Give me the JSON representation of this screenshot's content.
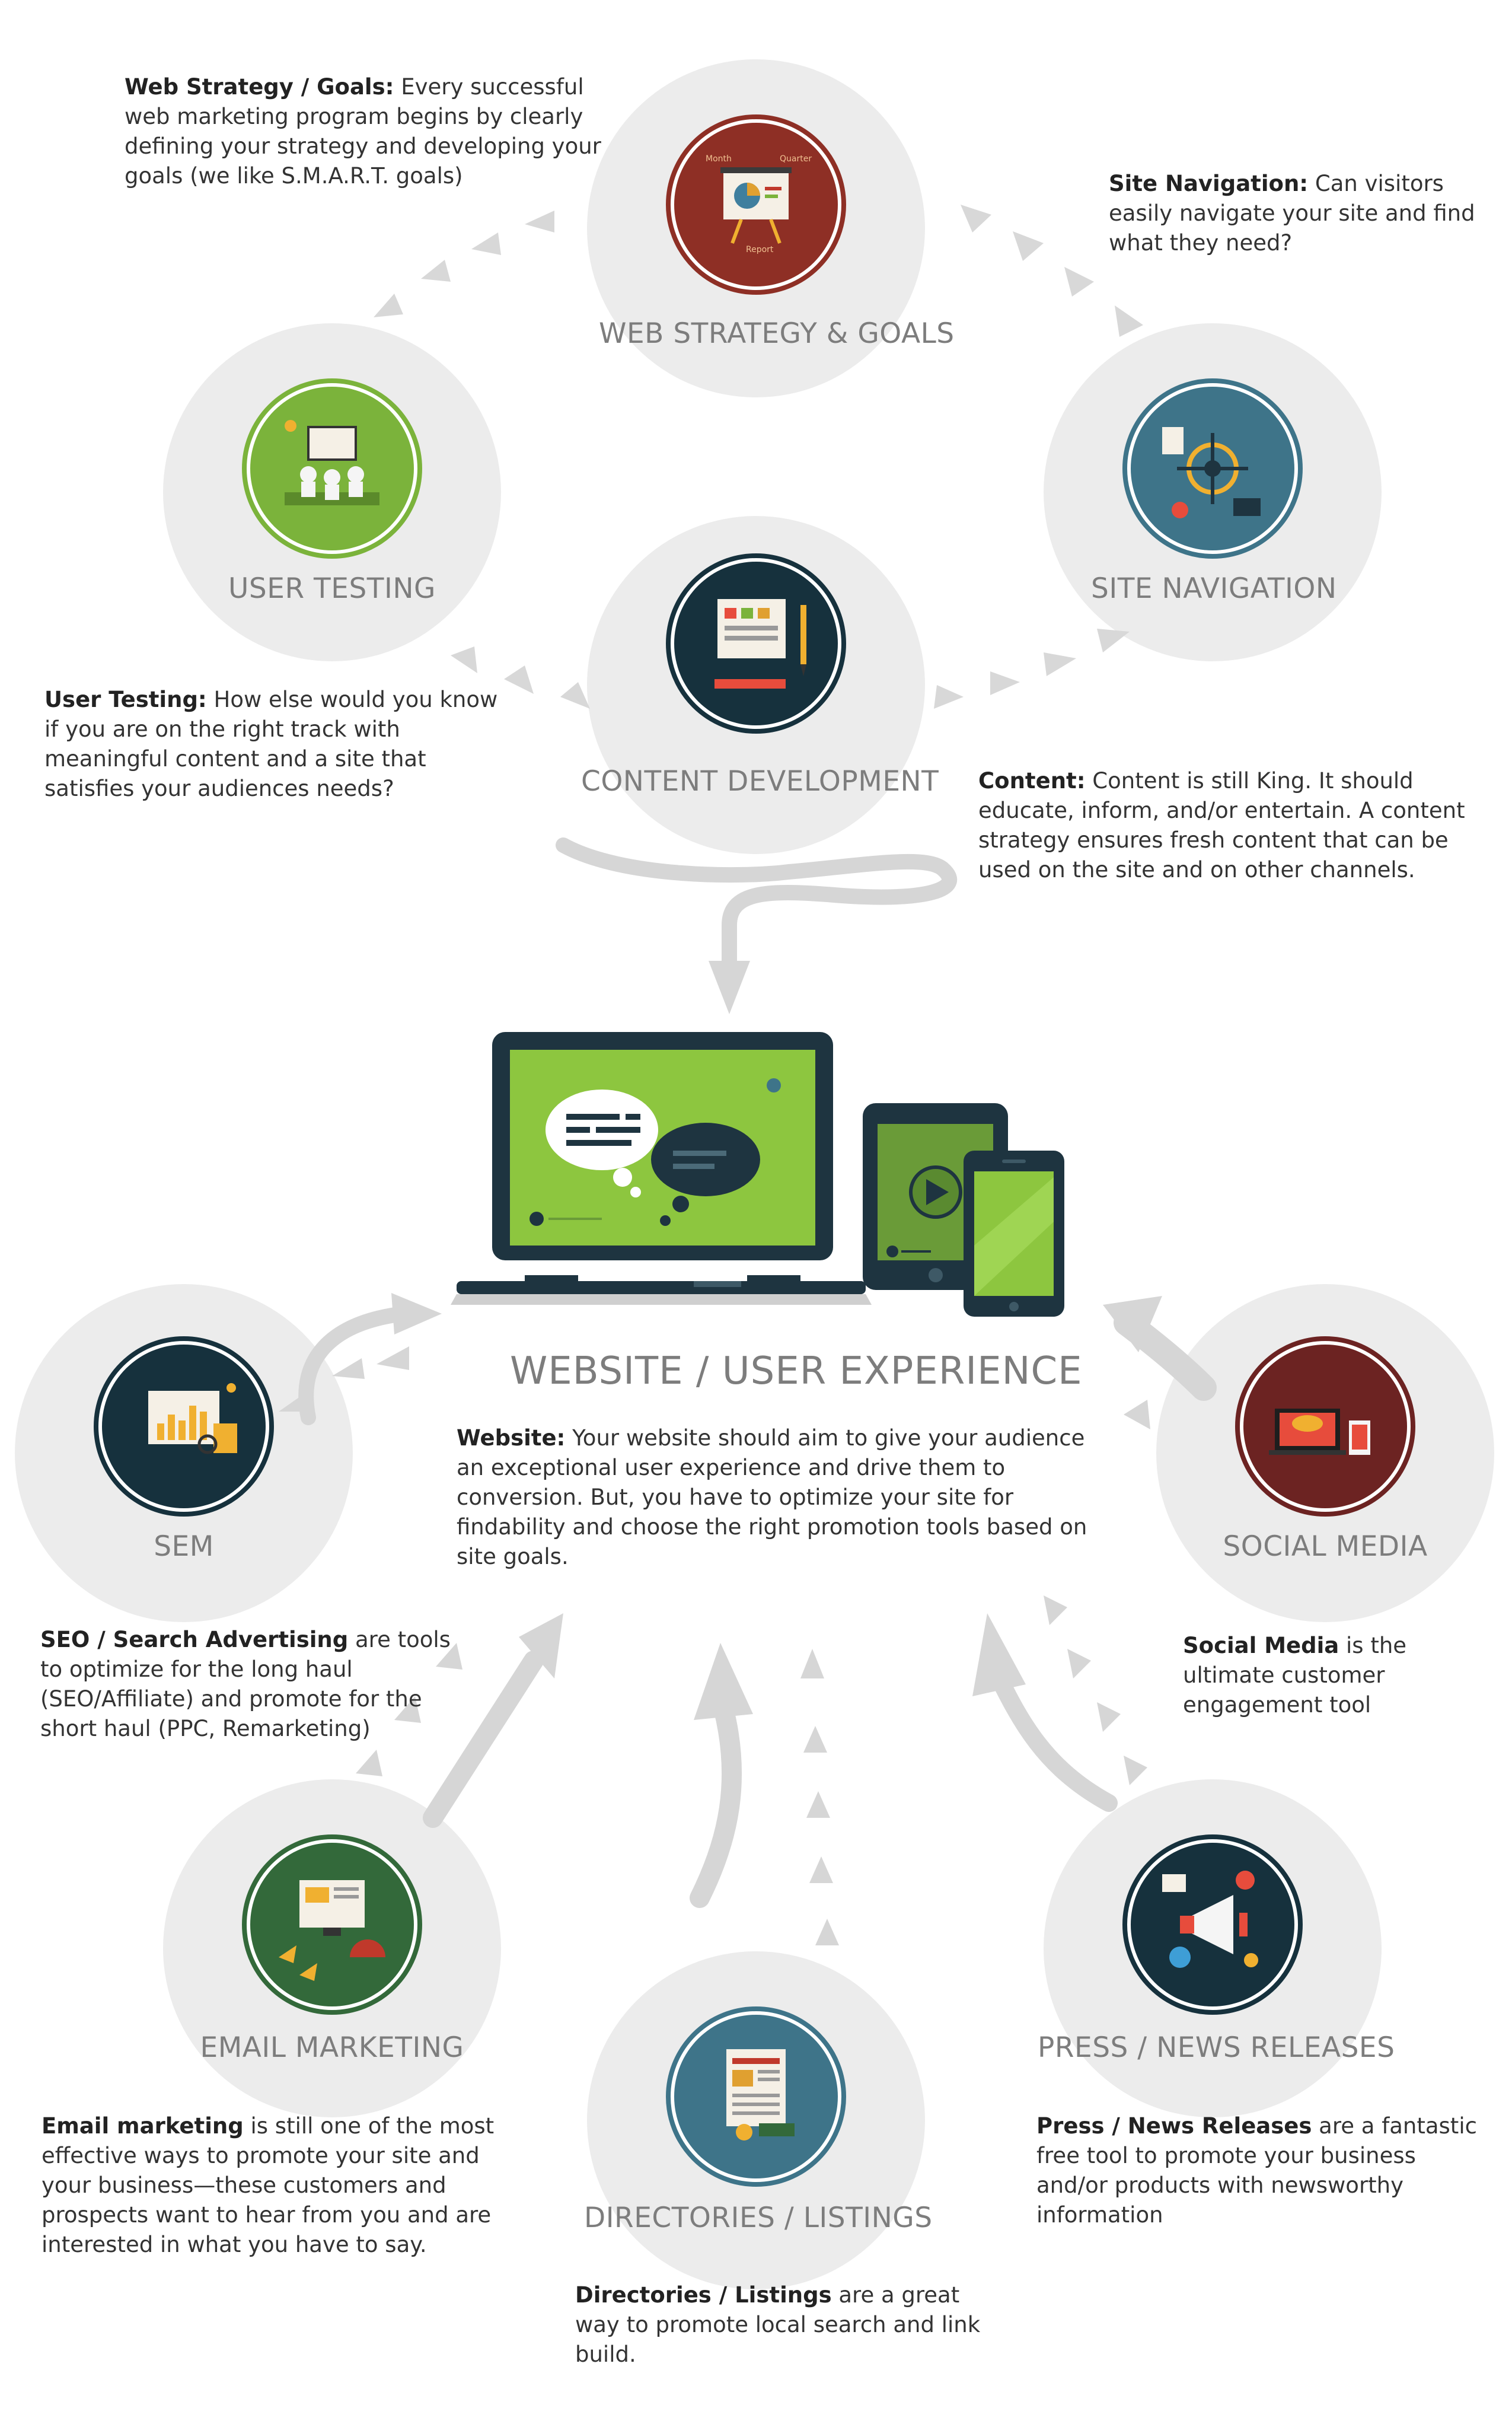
{
  "nodes": {
    "web_strategy": {
      "label": "WEB STRATEGY & GOALS",
      "color": "#8e2f25",
      "icon": "presentation-board-icon",
      "icon_texts": [
        "Month",
        "Quarter",
        "Report"
      ]
    },
    "site_navigation": {
      "label": "SITE NAVIGATION",
      "color": "#3e7489",
      "icon": "compass-navigation-icon"
    },
    "user_testing": {
      "label": "USER TESTING",
      "color": "#7bb33b",
      "icon": "user-testing-icon"
    },
    "content_development": {
      "label": "CONTENT DEVELOPMENT",
      "color": "#16313d",
      "icon": "content-editor-icon"
    },
    "sem": {
      "label": "SEM",
      "color": "#16313d",
      "icon": "analytics-chart-icon"
    },
    "social_media": {
      "label": "SOCIAL MEDIA",
      "color": "#6c2322",
      "icon": "social-devices-icon"
    },
    "email_marketing": {
      "label": "EMAIL MARKETING",
      "color": "#33693a",
      "icon": "email-targeting-icon"
    },
    "directories": {
      "label": "DIRECTORIES / LISTINGS",
      "color": "#3e7489",
      "icon": "directory-listing-icon"
    },
    "press": {
      "label": "PRESS / NEWS RELEASES",
      "color": "#16313d",
      "icon": "megaphone-icon"
    }
  },
  "website": {
    "title": "WEBSITE / USER EXPERIENCE",
    "desc": {
      "bold": "Website:",
      "text": " Your website should aim to give your audience an exceptional user experience and drive them to conversion. But, you have to optimize your site for findability and choose the right promotion tools based on site goals."
    }
  },
  "descriptions": {
    "web_strategy": {
      "bold": "Web Strategy / Goals:",
      "text": " Every successful web marketing program begins by clearly defining your strategy and developing your goals (we like S.M.A.R.T. goals)"
    },
    "site_navigation": {
      "bold": "Site Navigation:",
      "text": " Can visitors easily navigate your site and find what they need?"
    },
    "user_testing": {
      "bold": "User Testing:",
      "text": " How else would you know if you are on the right track with meaningful content and a site that satisfies your audiences needs?"
    },
    "content": {
      "bold": "Content:",
      "text": " Content is still King. It should educate, inform, and/or entertain. A content strategy ensures fresh content that can be used on the site and on other channels."
    },
    "sem": {
      "bold": "SEO / Search Advertising",
      "text": " are tools to optimize for the long haul (SEO/Affiliate) and promote for the short haul (PPC, Remarketing)"
    },
    "social_media": {
      "bold": "Social Media",
      "text": " is the ultimate customer engagement tool"
    },
    "email": {
      "bold": "Email marketing",
      "text": " is still one of the most effective ways to promote your site and your business—these customers and prospects want to hear from you and are interested in what you have to say."
    },
    "directories": {
      "bold": "Directories / Listings",
      "text": " are a great way to promote local search and link build."
    },
    "press": {
      "bold": "Press / News Releases",
      "text": " are a fantastic free tool to promote your business and/or products with newsworthy information"
    }
  },
  "colors": {
    "halo": "#ebebeb",
    "arrow": "#d6d6d6",
    "device_frame": "#1e3440",
    "screen_green": "#8dc63f",
    "label_gray": "#7d7d7d"
  }
}
